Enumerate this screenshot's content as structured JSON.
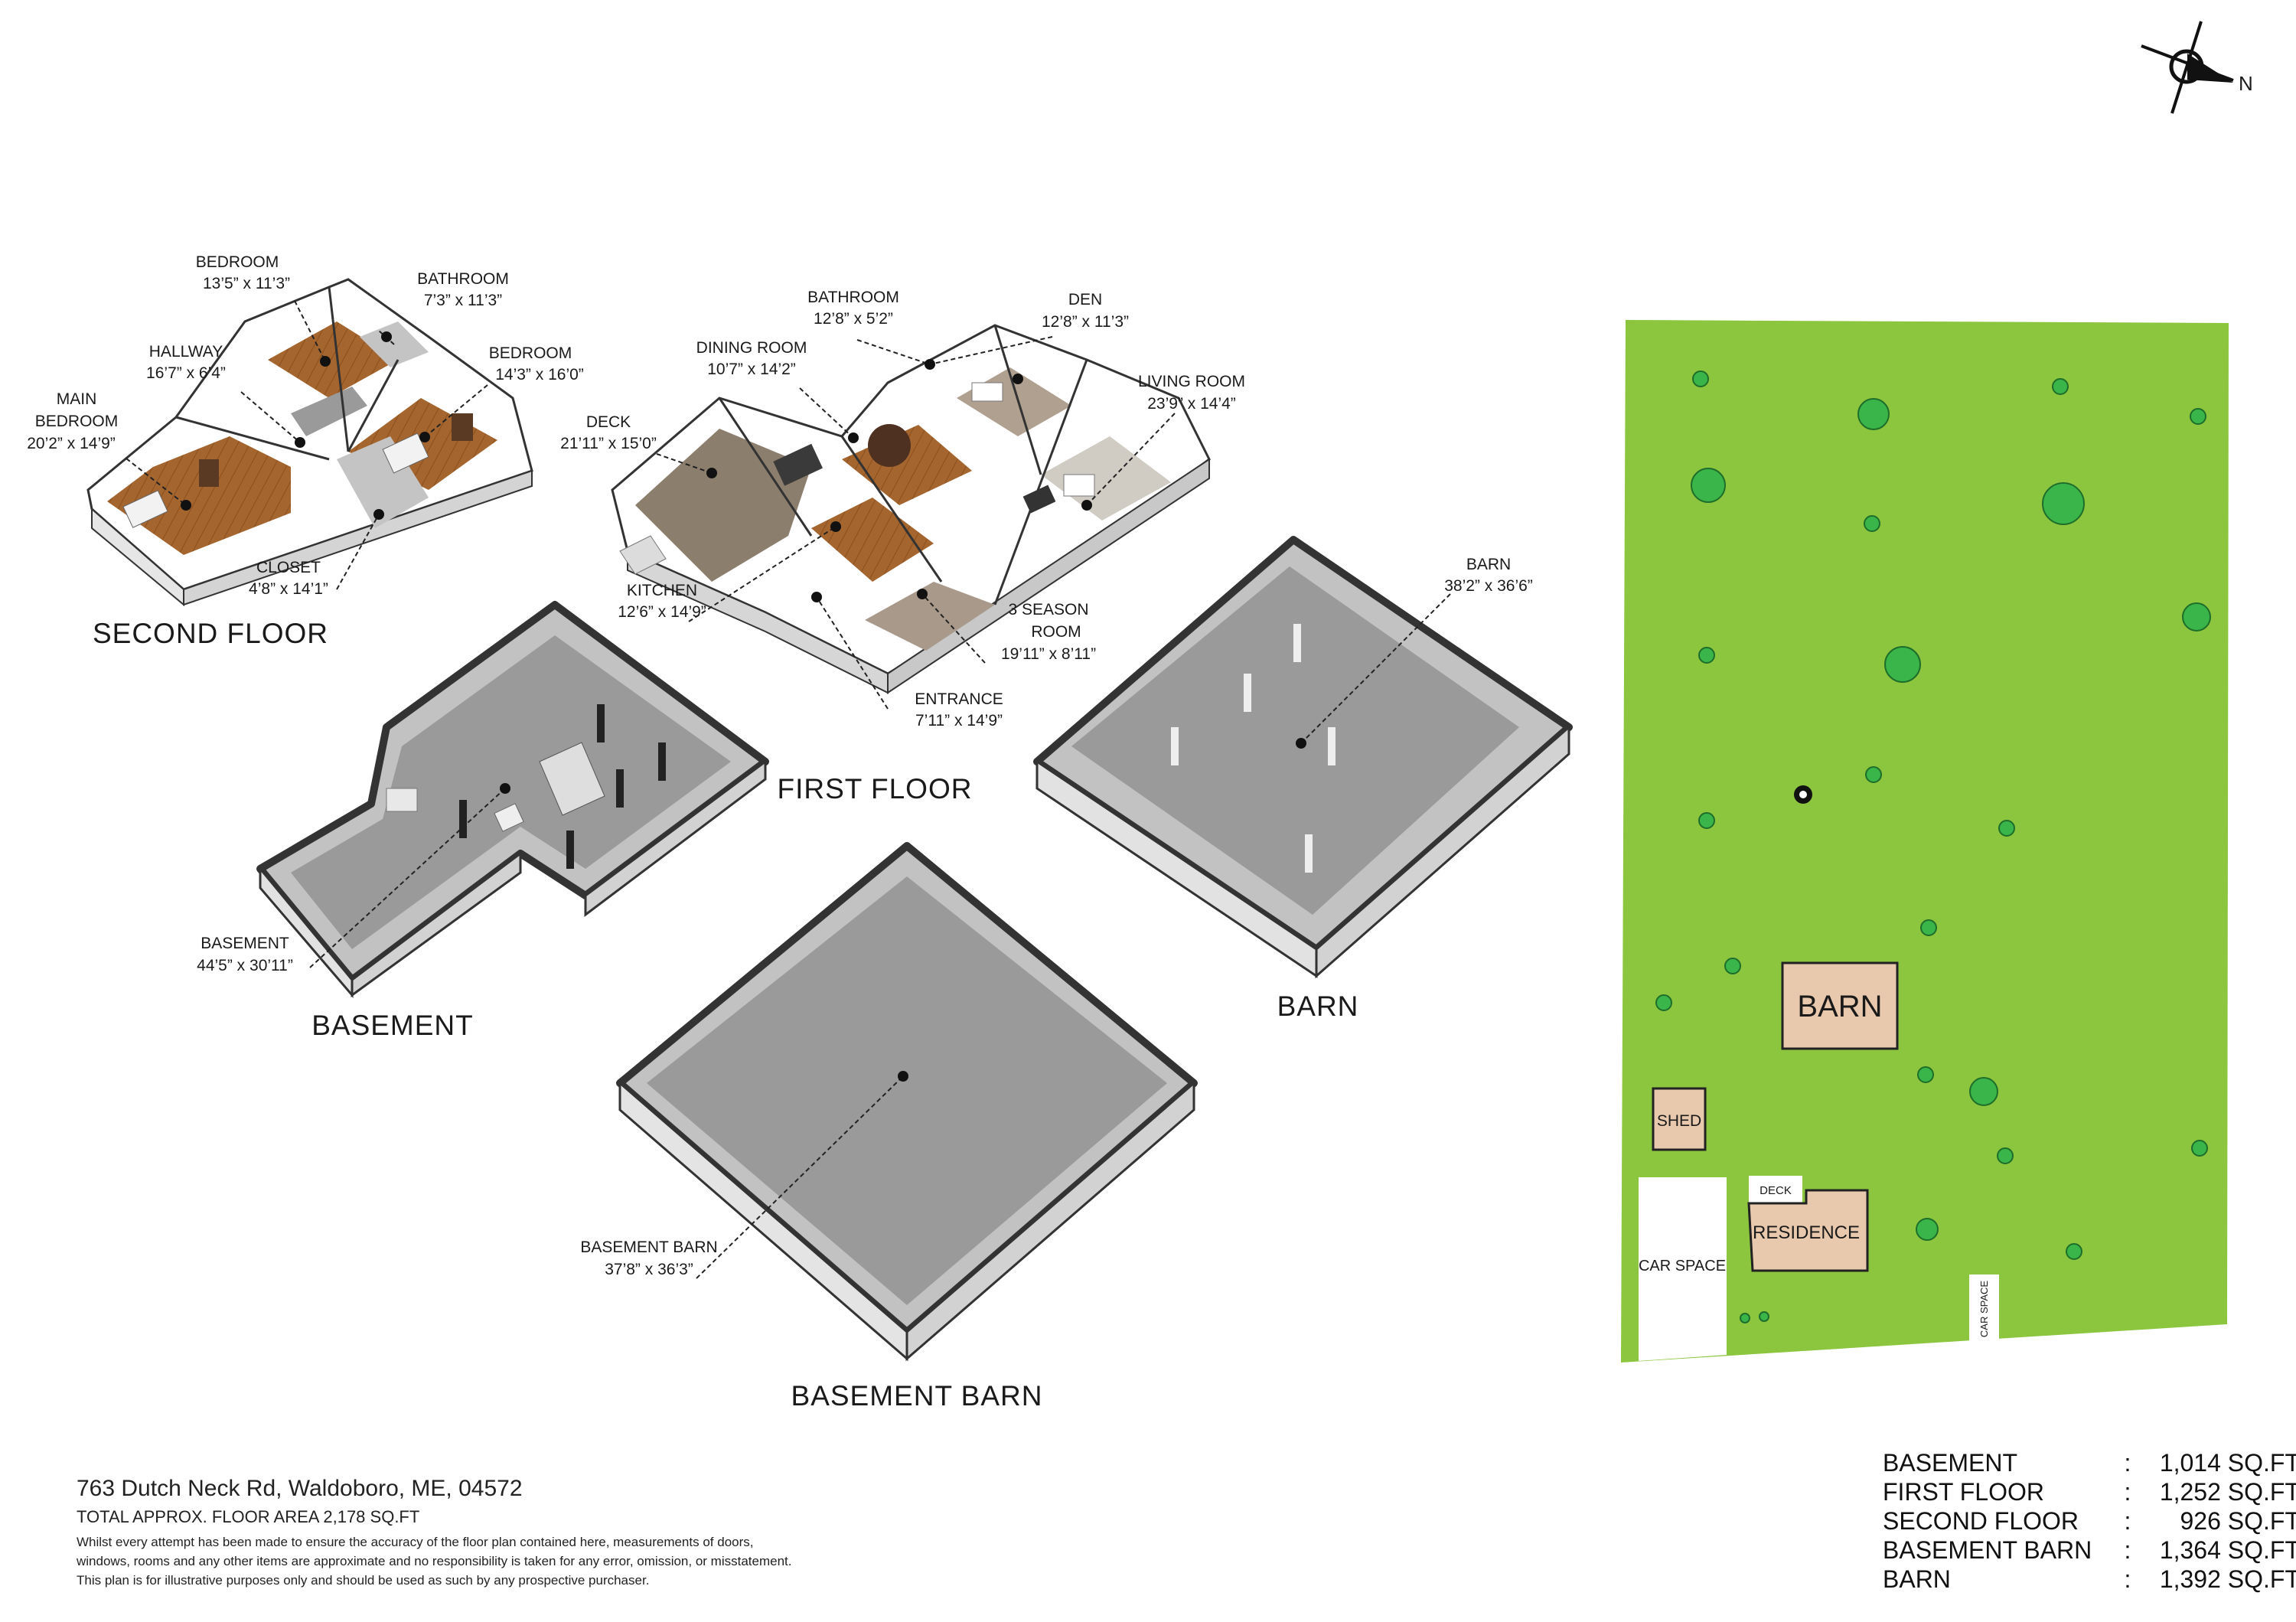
{
  "compass": {
    "label": "N"
  },
  "rooms": {
    "bedroom_a": {
      "name": "BEDROOM",
      "dim": "13’5” x 11’3”"
    },
    "bathroom_a": {
      "name": "BATHROOM",
      "dim": "7’3” x 11’3”"
    },
    "hallway": {
      "name": "HALLWAY",
      "dim": "16’7” x 6’4”"
    },
    "bedroom_b": {
      "name": "BEDROOM",
      "dim": "14’3” x 16’0”"
    },
    "main_bedroom": {
      "name1": "MAIN",
      "name2": "BEDROOM",
      "dim": "20’2” x 14’9”"
    },
    "closet": {
      "name": "CLOSET",
      "dim": "4’8” x 14’1”"
    },
    "bathroom_b": {
      "name": "BATHROOM",
      "dim": "12’8” x 5’2”"
    },
    "den": {
      "name": "DEN",
      "dim": "12’8” x 11’3”"
    },
    "dining_room": {
      "name": "DINING ROOM",
      "dim": "10’7” x 14’2”"
    },
    "living_room": {
      "name": "LIVING ROOM",
      "dim": "23’9” x 14’4”"
    },
    "deck": {
      "name": "DECK",
      "dim": "21’11” x 15’0”"
    },
    "kitchen": {
      "name": "KITCHEN",
      "dim": "12’6” x 14’9”"
    },
    "season_room": {
      "name1": "3 SEASON",
      "name2": "ROOM",
      "dim": "19’11” x 8’11”"
    },
    "entrance": {
      "name": "ENTRANCE",
      "dim": "7’11” x 14’9”"
    },
    "barn": {
      "name": "BARN",
      "dim": "38’2” x 36’6”"
    },
    "basement": {
      "name": "BASEMENT",
      "dim": "44’5” x 30’11”"
    },
    "basement_barn": {
      "name": "BASEMENT BARN",
      "dim": "37’8” x 36’3”"
    }
  },
  "floors": {
    "second": "SECOND FLOOR",
    "first": "FIRST FLOOR",
    "basement": "BASEMENT",
    "barn": "BARN",
    "basement_barn": "BASEMENT BARN"
  },
  "site": {
    "barn": "BARN",
    "shed": "SHED",
    "deck": "DECK",
    "residence": "RESIDENCE",
    "car_space": "CAR SPACE",
    "car_space_small": "CAR SPACE",
    "colors": {
      "lawn": "#8cc63f",
      "tree": "#39b54a",
      "building": "#e8c9ad"
    }
  },
  "footer": {
    "address": "763 Dutch Neck Rd, Waldoboro, ME, 04572",
    "total": "TOTAL APPROX. FLOOR AREA 2,178 SQ.FT",
    "disclaimer1": "Whilst every attempt has been made to ensure the accuracy of the floor plan contained here, measurements of doors,",
    "disclaimer2": "windows, rooms and any other items are approximate and no responsibility is taken for any error, omission, or misstatement.",
    "disclaimer3": "This plan is for illustrative purposes only and should be used as such by any prospective purchaser."
  },
  "areas": [
    {
      "name": "BASEMENT",
      "sep": ":",
      "value": "1,014 SQ.FT"
    },
    {
      "name": "FIRST FLOOR",
      "sep": ":",
      "value": "1,252 SQ.FT"
    },
    {
      "name": "SECOND FLOOR",
      "sep": ":",
      "value": "926 SQ.FT"
    },
    {
      "name": "BASEMENT BARN",
      "sep": ":",
      "value": "1,364 SQ.FT"
    },
    {
      "name": "BARN",
      "sep": ":",
      "value": "1,392 SQ.FT"
    }
  ]
}
